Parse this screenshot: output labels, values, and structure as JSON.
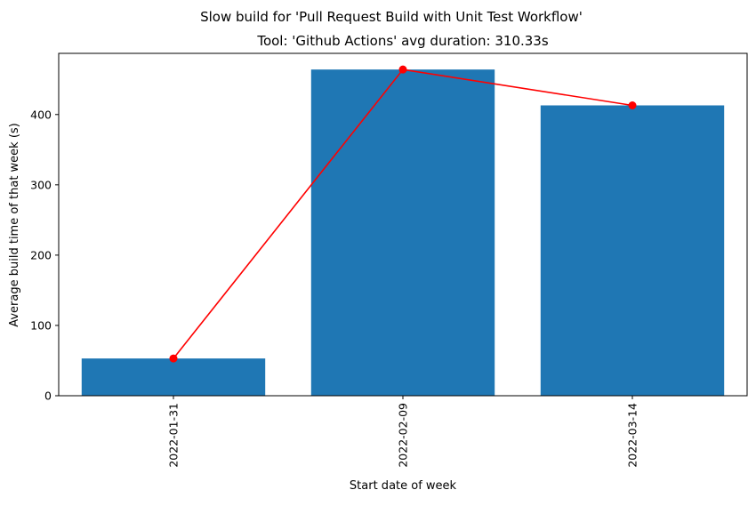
{
  "chart_data": {
    "type": "bar",
    "suptitle": "Slow build for 'Pull Request Build with Unit Test Workflow'",
    "title": "Tool: 'Github Actions' avg duration: 310.33s",
    "xlabel": "Start date of week",
    "ylabel": "Average build time of that week (s)",
    "categories": [
      "2022-01-31",
      "2022-02-09",
      "2022-03-14"
    ],
    "series": [
      {
        "type": "bar",
        "values": [
          53,
          464,
          413
        ]
      },
      {
        "type": "line",
        "values": [
          53,
          464,
          413
        ],
        "marker": "circle"
      }
    ],
    "ylim": [
      0,
      487
    ],
    "yticks": [
      0,
      100,
      200,
      300,
      400
    ],
    "grid": false,
    "colors": {
      "bar": "#1f77b4",
      "line": "#ff0000"
    }
  }
}
